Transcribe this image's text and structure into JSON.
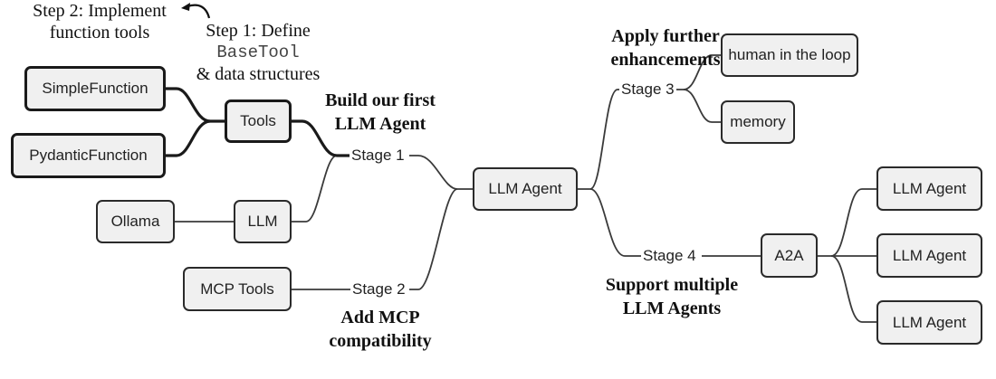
{
  "diagram": {
    "type": "mind-map",
    "root": "LLM Agent",
    "annotations": {
      "step2": {
        "line1": "Step 2: Implement",
        "line2": "function tools"
      },
      "step1": {
        "line1": "Step 1: Define",
        "code": "BaseTool",
        "line3": "& data structures"
      },
      "stage1_note": {
        "line1": "Build our first",
        "line2": "LLM Agent"
      },
      "stage2_note": {
        "line1": "Add MCP",
        "line2": "compatibility"
      },
      "stage3_note": {
        "line1": "Apply further",
        "line2": "enhancements"
      },
      "stage4_note": {
        "line1": "Support multiple",
        "line2": "LLM Agents"
      }
    },
    "nodes": {
      "root": "LLM Agent",
      "stage1": "Stage 1",
      "stage2": "Stage 2",
      "stage3": "Stage 3",
      "stage4": "Stage 4",
      "tools": "Tools",
      "simple_function": "SimpleFunction",
      "pydantic_function": "PydanticFunction",
      "llm": "LLM",
      "ollama": "Ollama",
      "mcp_tools": "MCP Tools",
      "human_in_the_loop": "human in the loop",
      "memory": "memory",
      "a2a": "A2A",
      "agent1": "LLM Agent",
      "agent2": "LLM Agent",
      "agent3": "LLM Agent"
    },
    "edges": [
      [
        "root",
        "stage1"
      ],
      [
        "root",
        "stage2"
      ],
      [
        "root",
        "stage3"
      ],
      [
        "root",
        "stage4"
      ],
      [
        "stage1",
        "tools"
      ],
      [
        "stage1",
        "llm"
      ],
      [
        "tools",
        "simple_function"
      ],
      [
        "tools",
        "pydantic_function"
      ],
      [
        "llm",
        "ollama"
      ],
      [
        "stage2",
        "mcp_tools"
      ],
      [
        "stage3",
        "human_in_the_loop"
      ],
      [
        "stage3",
        "memory"
      ],
      [
        "stage4",
        "a2a"
      ],
      [
        "a2a",
        "agent1"
      ],
      [
        "a2a",
        "agent2"
      ],
      [
        "a2a",
        "agent3"
      ]
    ],
    "colors": {
      "line": "#3a3a3a",
      "node_fill": "#f0f0f0",
      "node_border": "#2a2a2a"
    }
  }
}
